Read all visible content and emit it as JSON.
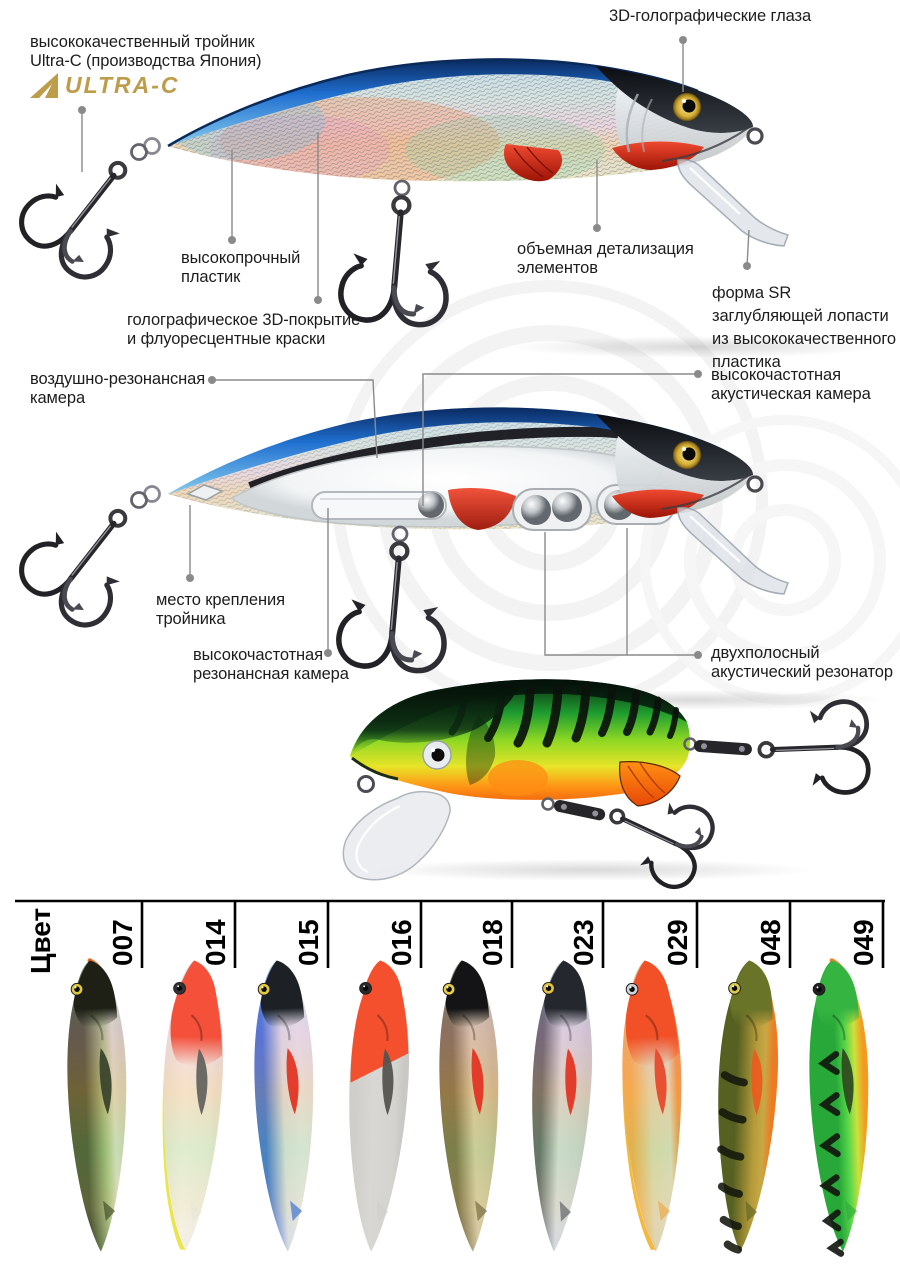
{
  "section_top": {
    "hook_label": "высококачественный тройник\nUltra-C (производства Япония)",
    "logo": "ULTRA-C",
    "eyes_label": "3D-голографические глаза",
    "plastic_label": "высокопрочный\nпластик",
    "coating_label": "голографическое 3D-покрытие\nи флуоресцентные краски",
    "detail_label": "объемная детализация\nэлементов",
    "lip_label": "форма SR\nзаглубляющей лопасти\nиз высококачественного\nпластика"
  },
  "section_cutaway": {
    "air_chamber_label": "воздушно-резонансная\nкамера",
    "hf_acoustic_label": "высокочастотная\nакустическая камера",
    "hook_mount_label": "место крепления\nтройника",
    "hf_resonance_label": "высокочастотная\nрезонансная камера",
    "resonator_label": "двухполосный\nакустический резонатор"
  },
  "color_chart": {
    "title": "Цвет",
    "variants": [
      {
        "code": "007",
        "back": "#333d1d",
        "mid": "#9cb473",
        "belly": "#d5dac4",
        "edge": "#c8cfb6",
        "head": "#1e2016",
        "fin": "#3a452c",
        "eye": "#ddc83e",
        "holo": true,
        "bars": false,
        "chevrons": false,
        "cap": "normal",
        "backStop": 0.3,
        "backEdge": null,
        "accent": "#e06a28"
      },
      {
        "code": "014",
        "back": "#eae6d9",
        "mid": "#f3f0e7",
        "belly": "#edeae0",
        "edge": "#e6e3d8",
        "head": "#f4503a",
        "fin": "#63635f",
        "eye": "#333333",
        "holo": true,
        "bars": false,
        "chevrons": false,
        "cap": "deep",
        "backStop": 0.05,
        "backEdge": "#e7e33c",
        "accent": null
      },
      {
        "code": "015",
        "back": "#2761d2",
        "mid": "#d9dce0",
        "belly": "#e3e5e8",
        "edge": "#dfe1e4",
        "head": "#1d2126",
        "fin": "#e23524",
        "eye": "#e6c83c",
        "holo": true,
        "bars": false,
        "chevrons": false,
        "cap": "normal",
        "backStop": 0.16,
        "backEdge": null,
        "accent": null
      },
      {
        "code": "016",
        "back": "#cfceca",
        "mid": "#d8d7d3",
        "belly": "#d4d3cf",
        "edge": "#c9c8c4",
        "head": "#f4502e",
        "fin": "#55544f",
        "eye": "#2a2a2a",
        "holo": false,
        "bars": false,
        "chevrons": false,
        "cap": "diag",
        "backStop": 0.1,
        "backEdge": null,
        "accent": null
      },
      {
        "code": "018",
        "back": "#repl18",
        "mid": "#d3c69c",
        "belly": "#c9bd97",
        "edge": "#bfb28c",
        "head": "#141416",
        "fin": "#e23524",
        "eye": "#e8cc4a",
        "holo": true,
        "bars": false,
        "chevrons": false,
        "cap": "normal",
        "backStop": 0.24,
        "backEdge": null,
        "accent": null
      },
      {
        "code": "023",
        "back": "#4c5258",
        "mid": "#d5d8dd",
        "belly": "#cccfd4",
        "edge": "#c4c7cc",
        "head": "#24282e",
        "fin": "#e23524",
        "eye": "#e0c23e",
        "holo": true,
        "bars": false,
        "chevrons": false,
        "cap": "normal",
        "backStop": 0.16,
        "backEdge": null,
        "accent": null
      },
      {
        "code": "029",
        "back": "#f2a23c",
        "mid": "#ddd2ac",
        "belly": "#dcd6bc",
        "edge": "#ef8834",
        "head": "#f25026",
        "fin": "#e8492c",
        "eye": "#cfd4d8",
        "holo": true,
        "bars": false,
        "chevrons": false,
        "cap": "deep",
        "backStop": 0.14,
        "backEdge": "#f2b42c",
        "accent": null
      },
      {
        "code": "048",
        "back": "#566021",
        "mid": "#b49a3a",
        "belly": "#c8a844",
        "edge": "#ee7a22",
        "head": "#6a7428",
        "fin": "#ea5c1e",
        "eye": "#d8cc4a",
        "holo": false,
        "bars": true,
        "chevrons": false,
        "cap": "normal",
        "backStop": 0.3,
        "backEdge": null,
        "accent": null
      },
      {
        "code": "049",
        "back": "#28a838",
        "mid": "#55d44a",
        "belly": "#cbe23c",
        "edge": "#f59a20",
        "head": "#35b442",
        "fin": "#2f4c20",
        "eye": "#222222",
        "holo": false,
        "bars": false,
        "chevrons": true,
        "cap": "normal",
        "backStop": 0.45,
        "backEdge": null,
        "accent": "#f08030"
      }
    ]
  },
  "palette": {
    "accent_gold": "#bd9c4a",
    "line_gray": "#8a8a8a",
    "text": "#1d1d1d"
  }
}
